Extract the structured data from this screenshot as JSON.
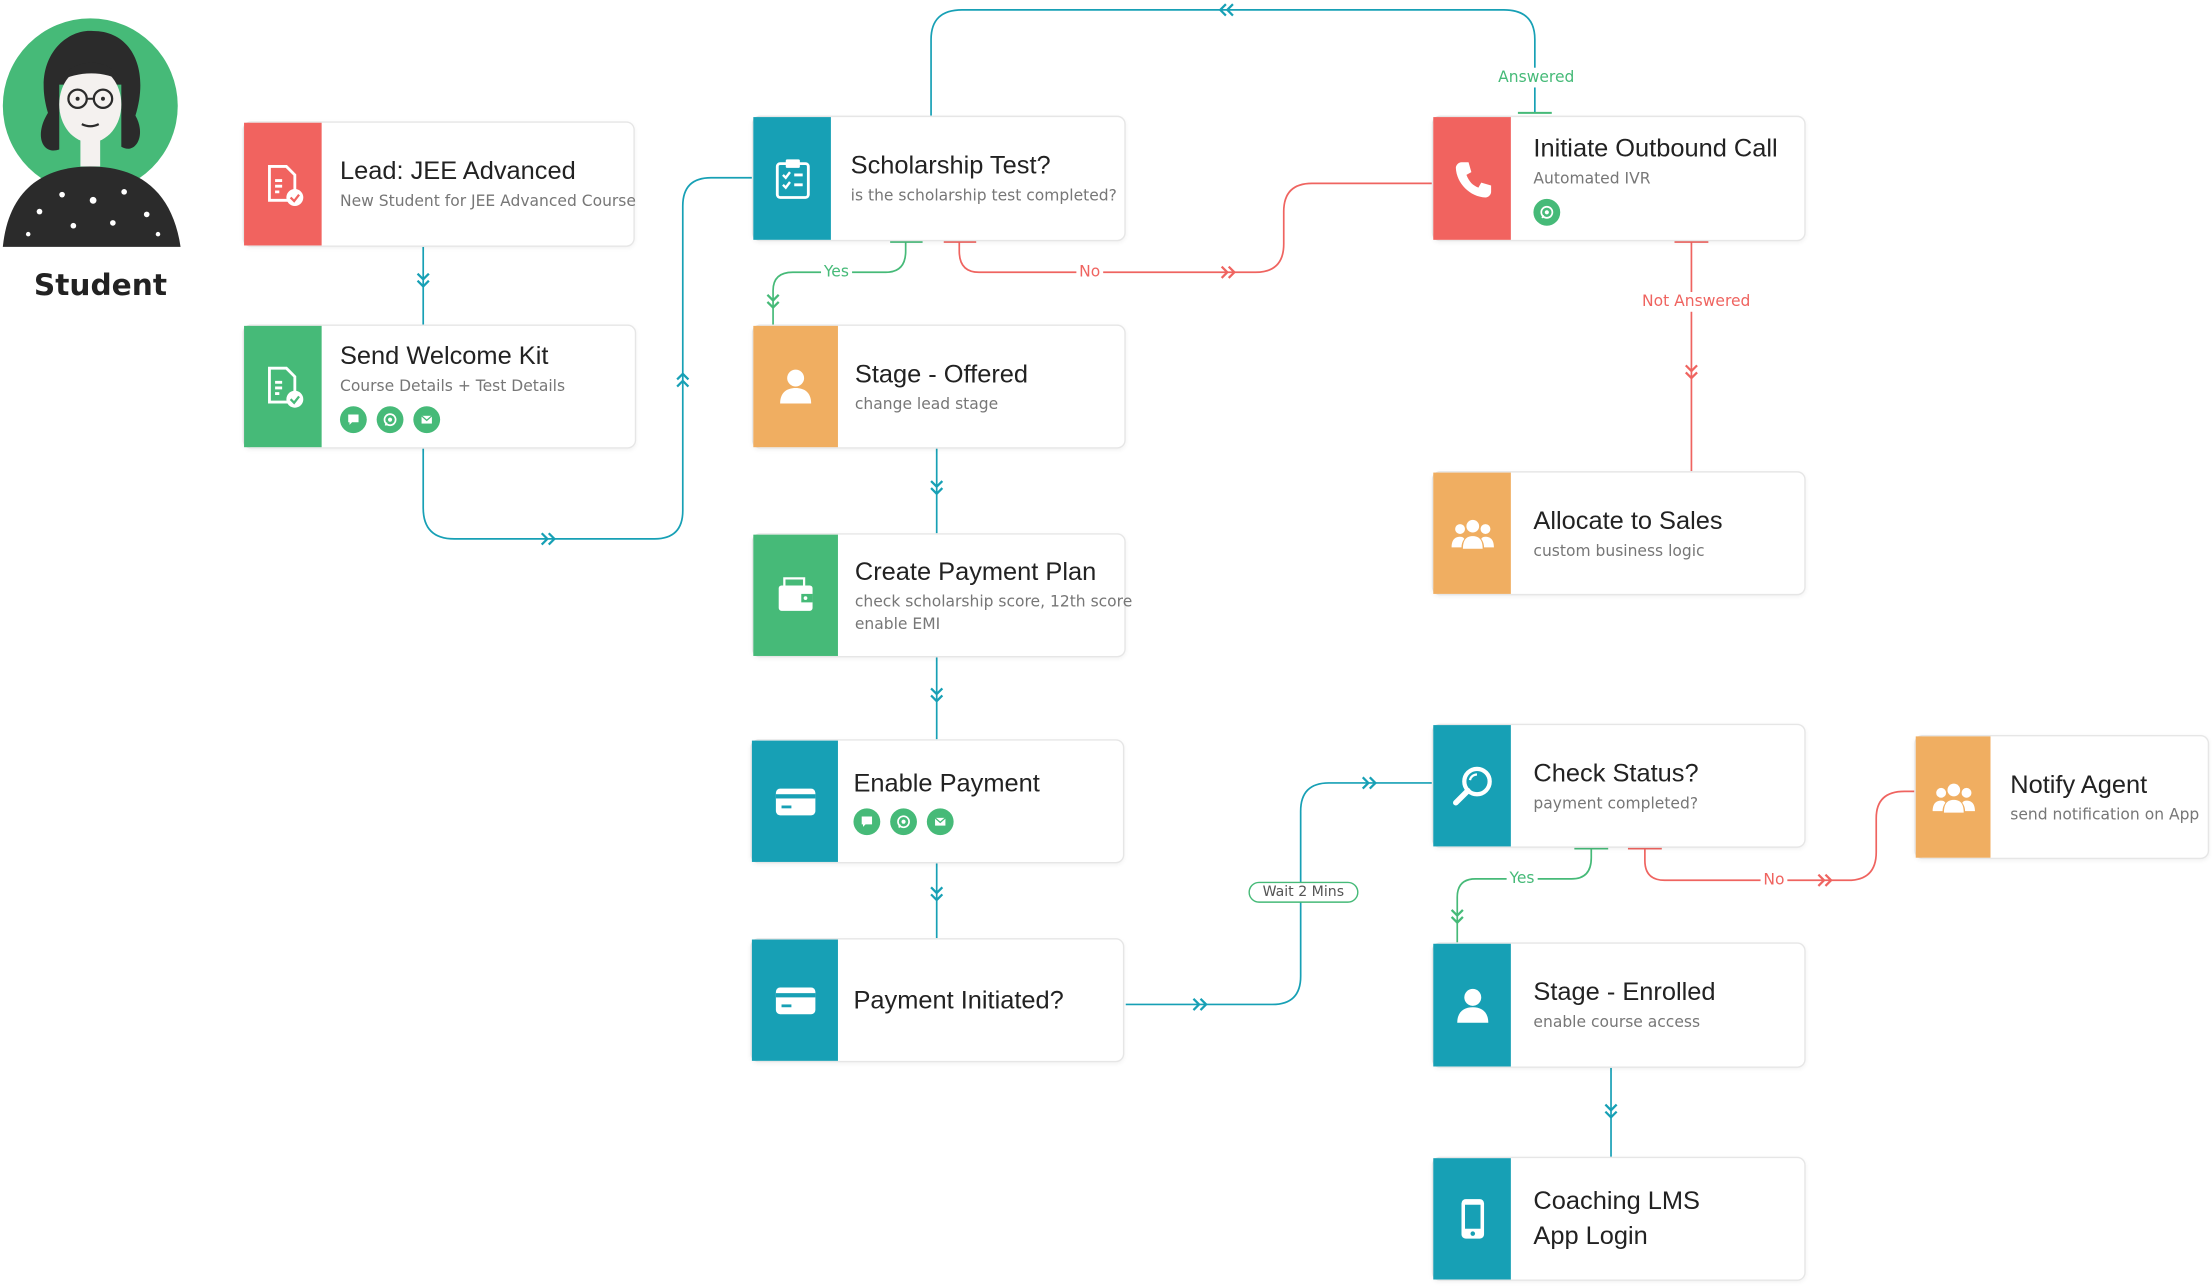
{
  "student": {
    "name": "Student"
  },
  "colors": {
    "red": "#f1635f",
    "green": "#46ba78",
    "teal": "#17a0b5",
    "orange": "#f0ae61"
  },
  "nodes": {
    "lead": {
      "title": "Lead: JEE Advanced",
      "subtitle": "New Student for JEE Advanced Course",
      "icon": "document-check-icon"
    },
    "welcome": {
      "title": "Send Welcome Kit",
      "subtitle": "Course Details + Test Details",
      "icon": "document-check-icon",
      "channels": [
        "sms-icon",
        "whatsapp-icon",
        "email-icon"
      ]
    },
    "scholarship": {
      "title": "Scholarship Test?",
      "subtitle": "is the scholarship test completed?",
      "icon": "checklist-icon"
    },
    "offered": {
      "title": "Stage - Offered",
      "subtitle": "change lead stage",
      "icon": "user-icon"
    },
    "payment_plan": {
      "title": "Create Payment Plan",
      "subtitle1": "check scholarship score, 12th score",
      "subtitle2": "enable EMI",
      "icon": "wallet-icon"
    },
    "enable_payment": {
      "title": "Enable Payment",
      "icon": "card-icon",
      "channels": [
        "sms-icon",
        "whatsapp-icon",
        "email-icon"
      ]
    },
    "payment_initiated": {
      "title": "Payment Initiated?",
      "icon": "card-icon"
    },
    "outbound": {
      "title": "Initiate Outbound Call",
      "subtitle": "Automated IVR",
      "icon": "phone-icon",
      "channels": [
        "whatsapp-icon"
      ]
    },
    "allocate": {
      "title": "Allocate to Sales",
      "subtitle": "custom business logic",
      "icon": "group-icon"
    },
    "check_status": {
      "title": "Check Status?",
      "subtitle": "payment completed?",
      "icon": "search-icon"
    },
    "notify": {
      "title": "Notify Agent",
      "subtitle": "send notification on App",
      "icon": "group-icon"
    },
    "enrolled": {
      "title": "Stage - Enrolled",
      "subtitle": "enable course access",
      "icon": "user-icon"
    },
    "lms": {
      "title1": "Coaching LMS",
      "title2": "App Login",
      "icon": "mobile-icon"
    }
  },
  "edges": {
    "yes1": "Yes",
    "no1": "No",
    "answered": "Answered",
    "not_answered": "Not Answered",
    "wait": "Wait 2 Mins",
    "yes2": "Yes",
    "no2": "No"
  }
}
